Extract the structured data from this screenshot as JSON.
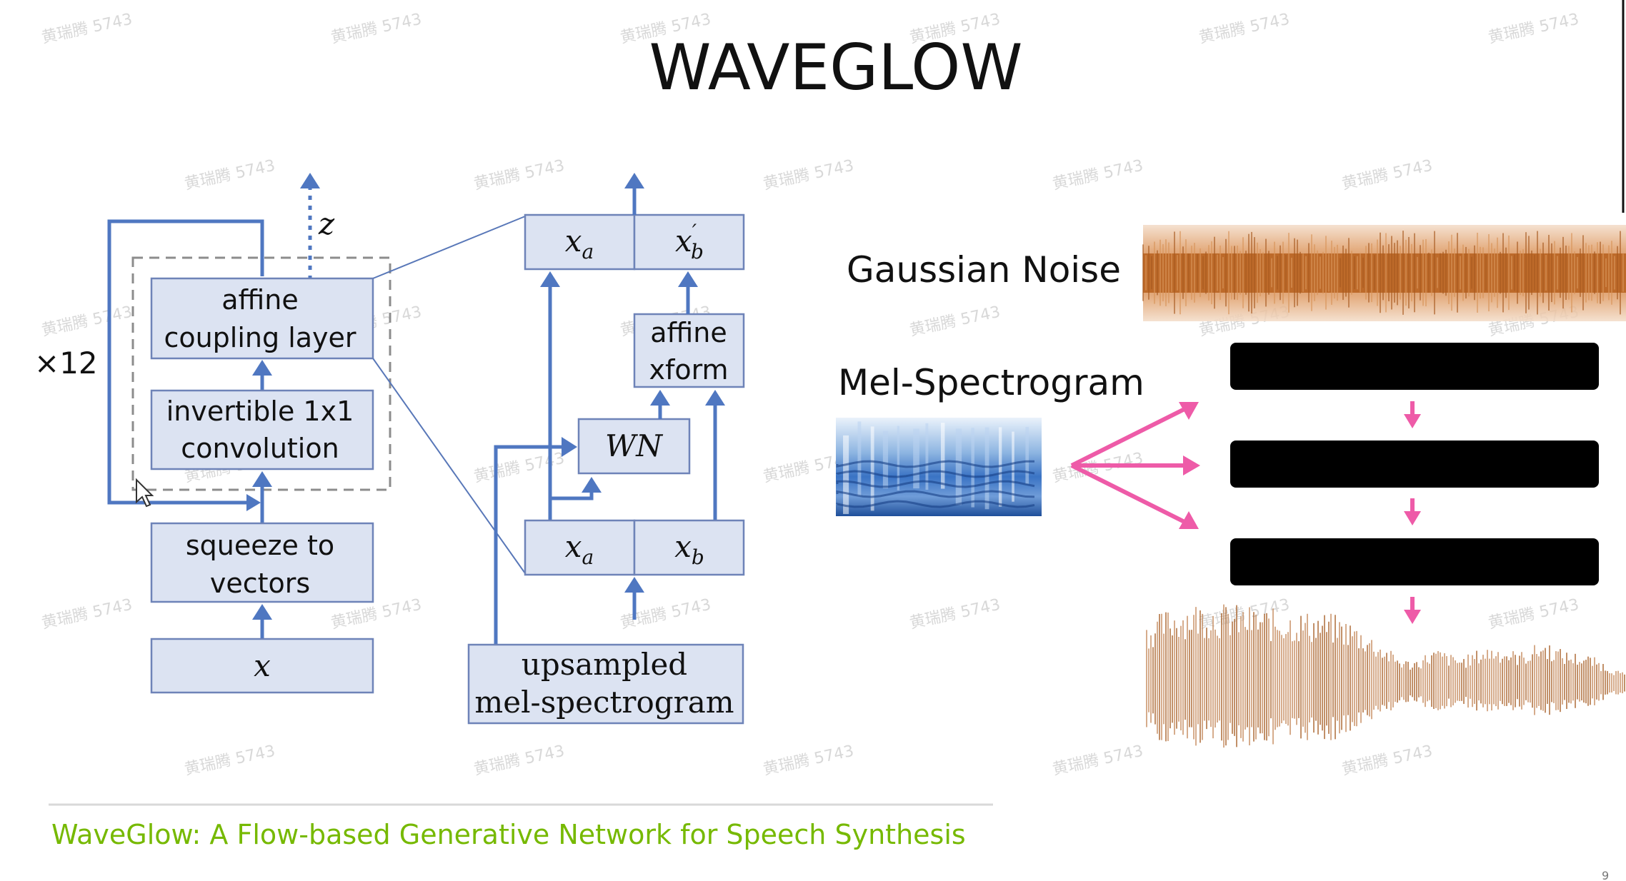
{
  "slide": {
    "title": "WAVEGLOW",
    "caption": "WaveGlow: A Flow-based Generative Network for Speech Synthesis",
    "page_number": "9",
    "watermark_text": "黄瑞腾 5743"
  },
  "flow_diagram": {
    "z_label": "z",
    "repeat_label": "×12",
    "affine_coupling": [
      "affine",
      "coupling  layer"
    ],
    "invertible_conv": [
      "invertible  1x1",
      "convolution"
    ],
    "squeeze": [
      "squeeze  to",
      "vectors"
    ],
    "input_x": "x"
  },
  "coupling_detail": {
    "out_xa": "xa",
    "out_xb_prime": "x′b",
    "affine_xform": [
      "affine",
      "xform"
    ],
    "wn_label": "WN",
    "in_xa": "xa",
    "in_xb": "xb",
    "mel_box": [
      "upsampled",
      "mel-spectrogram"
    ]
  },
  "inference": {
    "gaussian_noise_label": "Gaussian Noise",
    "mel_label": "Mel-Spectrogram",
    "noise_color": "#c97a3a",
    "audio_color": "#c58a5c",
    "arrow_color": "#ee5ba8"
  }
}
